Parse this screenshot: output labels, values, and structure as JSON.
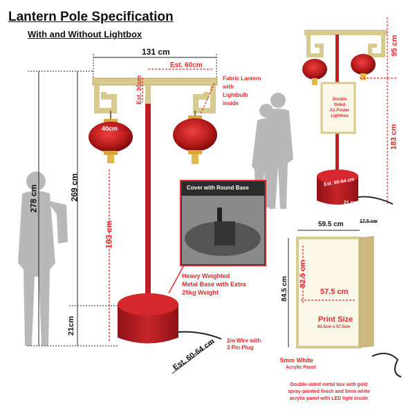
{
  "title": "Lantern Pole Specification",
  "subtitle": "With and Without Lightbox",
  "dims": {
    "width_131": "131 cm",
    "est_60": "Est. 60cm",
    "est_30": "Est. 30cm",
    "lantern_40": "40cm",
    "h_278": "278 cm",
    "h_269": "269 cm",
    "h_193": "193 cm",
    "h_21": "21cm",
    "base_60_64": "Est. 60-64 cm",
    "r_95": "95 cm",
    "r_183": "183 cm",
    "r_base": "Est. 60-64 cm",
    "r_21": "21 cm",
    "lb_59_5": "59.5 cm",
    "lb_17_5": "17.5 cm",
    "lb_84_5": "84.5 cm",
    "lb_82_5": "82.5 cm",
    "lb_57_5": "57.5 cm"
  },
  "callouts": {
    "fabric_lantern": "Fabric Lantern\nwith\nLightbulb\ninside",
    "cover": "Cover with Round Base",
    "heavy_base": "Heavy Weighted\nMetal Base with Extra\n25kg Weight",
    "wire": "2m Wire with\n3 Pin Plug",
    "lightbox_label": "Double\nSided\nA1 Poster\nLightbox",
    "print_size": "Print Size",
    "print_size_value": "82.5cm x 57.5cm",
    "acrylic_1": "5mm White",
    "acrylic_2": "Acrylic Panel",
    "description": "Double-sided metal box with gold\nspray-painted finish and 5mm white\nacrylic panel with LED light inside"
  },
  "colors": {
    "accent_red": "#e8262c",
    "pole_red": "#c21d22",
    "gold": "#d8c98e",
    "silhouette": "#b8b8b8"
  }
}
